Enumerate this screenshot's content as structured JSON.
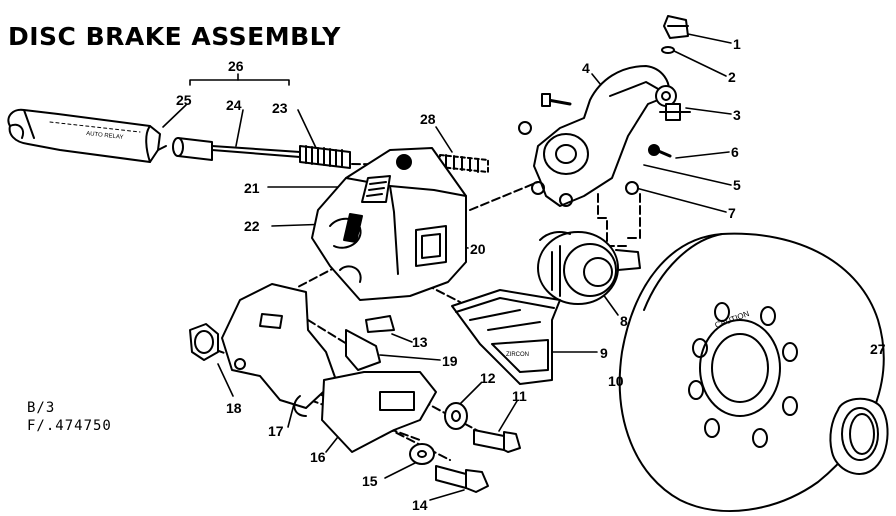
{
  "title": "DISC BRAKE ASSEMBLY",
  "reference": {
    "line1": "B/3",
    "line2": "F/.474750"
  },
  "callouts": [
    "1",
    "2",
    "3",
    "4",
    "5",
    "6",
    "7",
    "8",
    "9",
    "10",
    "11",
    "12",
    "13",
    "14",
    "15",
    "16",
    "17",
    "18",
    "19",
    "20",
    "21",
    "22",
    "23",
    "24",
    "25",
    "26",
    "27",
    "28"
  ],
  "part_markings": {
    "cable_housing": "AUTO RELAY",
    "pad_label": "ZIRCON",
    "disc_label": "CAUTION"
  },
  "colors": {
    "ink": "#000000",
    "paper": "#ffffff"
  }
}
